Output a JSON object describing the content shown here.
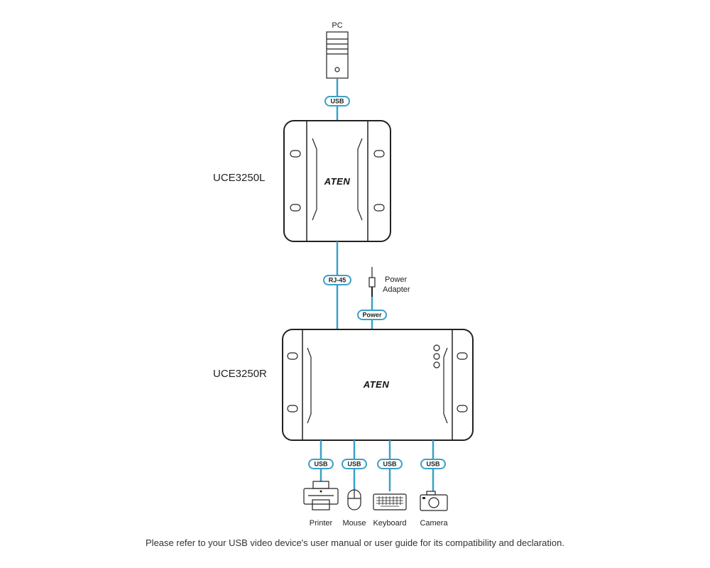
{
  "labels": {
    "pc": "PC",
    "left_unit": "UCE3250L",
    "right_unit": "UCE3250R",
    "power_line1": "Power",
    "power_line2": "Adapter",
    "brand": "ATEN"
  },
  "connectors": {
    "pc_usb": "USB",
    "rj45": "RJ-45",
    "power": "Power",
    "printer_usb": "USB",
    "mouse_usb": "USB",
    "keyboard_usb": "USB",
    "camera_usb": "USB"
  },
  "peripherals": [
    "Printer",
    "Mouse",
    "Keyboard",
    "Camera"
  ],
  "footnote": "Please refer to your USB video device's user manual or user guide for its compatibility and declaration.",
  "colors": {
    "cable": "#3aa0c8",
    "outline": "#222222"
  }
}
